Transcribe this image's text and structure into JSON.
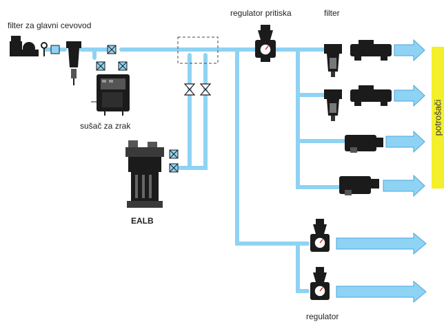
{
  "labels": {
    "main_filter": "filter za glavni cevovod",
    "pressure_regulator": "regulator pritiska",
    "filter": "filter",
    "air_dryer": "sušač za zrak",
    "ealb": "EALB",
    "regulator": "regulator",
    "consumers": "potrošači"
  },
  "colors": {
    "pipe": "#8fd3f4",
    "pipe_dark": "#5bb8e8",
    "device_dark": "#1b1b1b",
    "band": "#f3ef2a"
  },
  "icons": [
    "compressor-icon",
    "pressure-gauge-icon",
    "filter-icon",
    "valve-icon",
    "dryer-icon",
    "ealb-icon",
    "regulator-icon",
    "arrow-icon"
  ]
}
